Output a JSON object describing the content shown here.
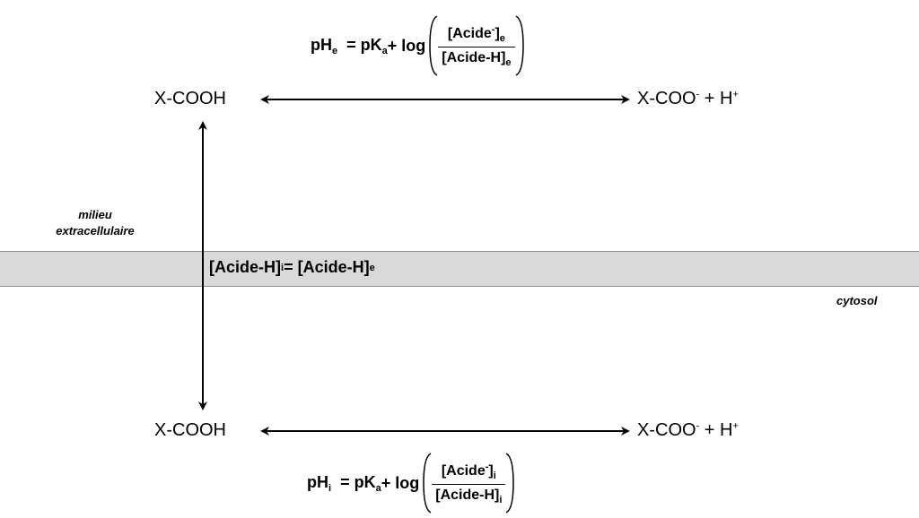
{
  "top": {
    "left_species": "X-COOH",
    "right_species": "X-COO",
    "right_charge": "-",
    "right_rest": " + H",
    "right_plus": "+",
    "equation": {
      "lhs": "pH",
      "lhs_sub": "e",
      "mid": " = pK",
      "mid_sub": "a",
      "log": " + log",
      "num_main": "[Acide",
      "num_sup": "-",
      "num_close": "]",
      "num_sub": "e",
      "den_main": "[Acide-H]",
      "den_sub": "e"
    }
  },
  "bottom": {
    "left_species": "X-COOH",
    "right_species": "X-COO",
    "right_charge": "-",
    "right_rest": " + H",
    "right_plus": "+",
    "equation": {
      "lhs": "pH",
      "lhs_sub": "i",
      "mid": " = pK",
      "mid_sub": "a",
      "log": " + log",
      "num_main": "[Acide",
      "num_sup": "-",
      "num_close": "]",
      "num_sub": "i",
      "den_main": "[Acide-H]",
      "den_sub": "i"
    }
  },
  "membrane": {
    "left_main": "[Acide-H]",
    "left_sub": "i",
    "middle": " = [Acide-H]",
    "right_sub": "e"
  },
  "labels": {
    "extracellular_line1": "milieu",
    "extracellular_line2": "extracellulaire",
    "cytosol": "cytosol"
  }
}
